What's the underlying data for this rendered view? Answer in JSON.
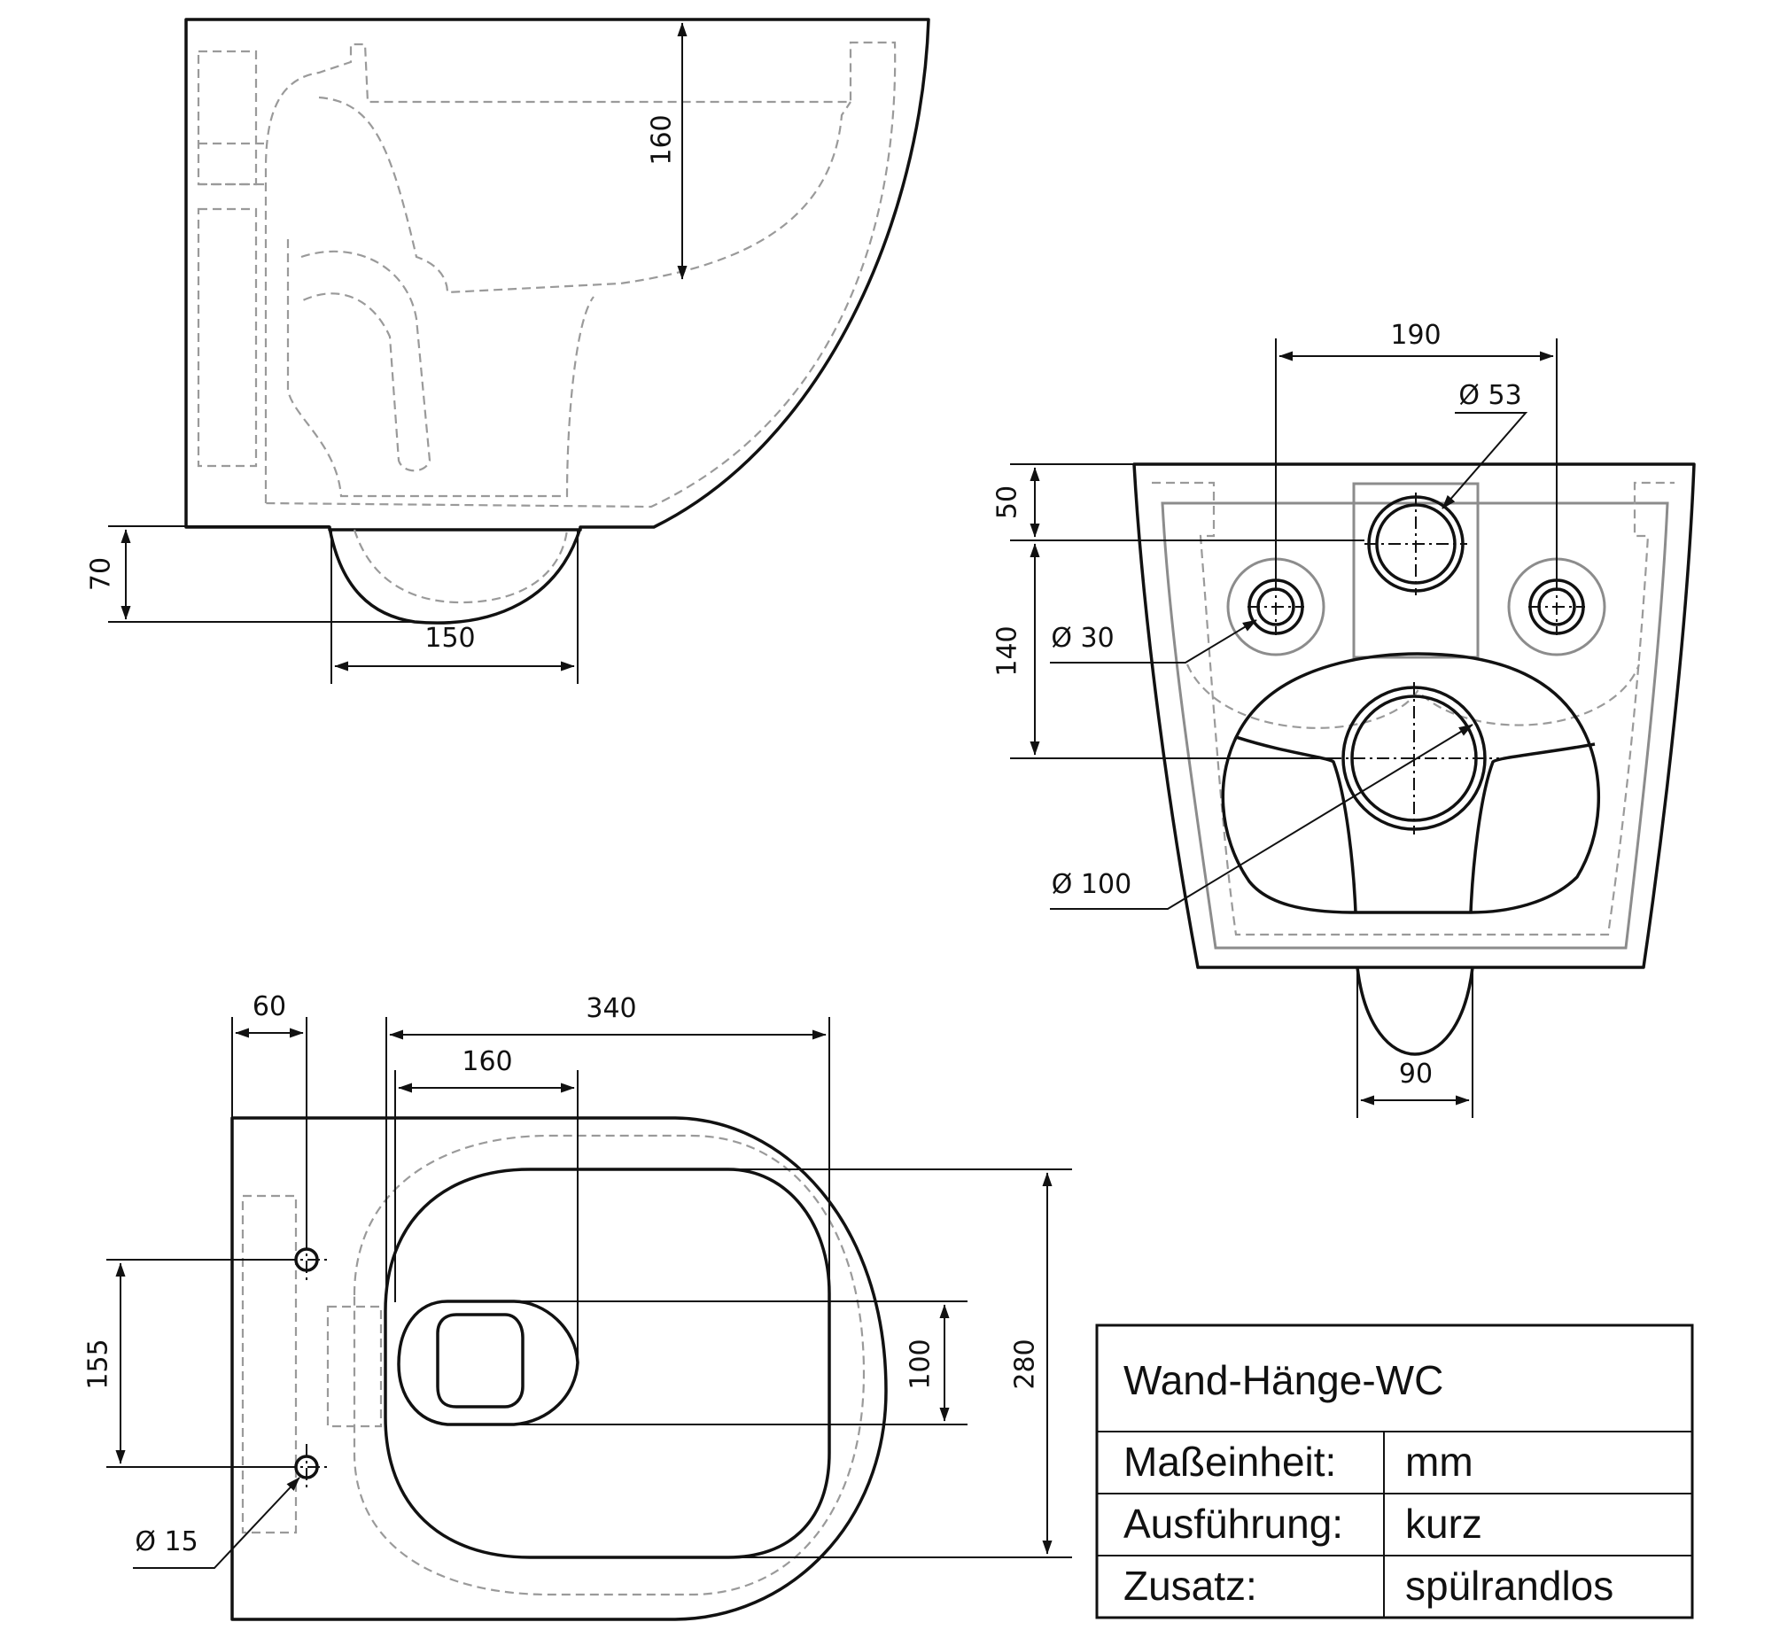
{
  "drawing": {
    "side_view": {
      "dim_depth": "160",
      "dim_outlet_height": "70",
      "dim_outlet_width": "150"
    },
    "rear_view": {
      "dim_bolt_spacing": "190",
      "dim_inlet_diameter": "Ø 53",
      "dim_top_offset": "50",
      "dim_vertical_spacing": "140",
      "dim_hole_diameter": "Ø 30",
      "dim_outlet_diameter": "Ø 100",
      "dim_outlet_width": "90"
    },
    "top_view": {
      "dim_wall_offset": "60",
      "dim_length": "340",
      "dim_bowl_depth": "160",
      "dim_hole_spacing": "155",
      "dim_inner_width": "100",
      "dim_total_width": "280",
      "dim_hole_diameter": "Ø 15"
    }
  },
  "title_block": {
    "title": "Wand-Hänge-WC",
    "rows": [
      {
        "label": "Maßeinheit:",
        "value": "mm"
      },
      {
        "label": "Ausführung:",
        "value": "kurz"
      },
      {
        "label": "Zusatz:",
        "value": "spülrandlos"
      }
    ]
  },
  "colors": {
    "line": "#111111",
    "hidden_line": "#9a9a9a",
    "background": "#ffffff"
  }
}
